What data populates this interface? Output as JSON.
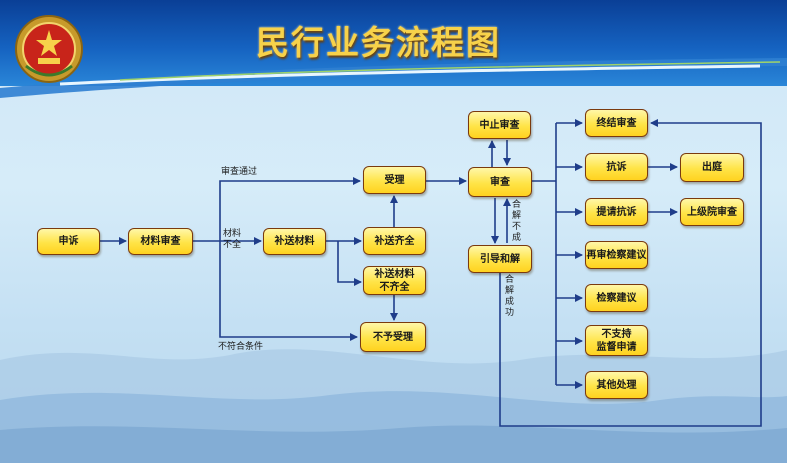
{
  "title": "民行业务流程图",
  "colors": {
    "header": "#1562c0",
    "node_fill": "#ffe447",
    "node_border": "#7a3a0e",
    "line": "#1f3d8a",
    "title": "#f7d24a"
  },
  "nodes": {
    "shensu": "申诉",
    "cailiao_shencha": "材料审查",
    "busong_cailiao": "补送材料",
    "buchong_qiquan": "补送齐全",
    "busong_buqiquan": "补送材料\n不齐全",
    "shouli": "受理",
    "buyu_shouli": "不予受理",
    "zhongzhi_shencha": "中止审查",
    "shencha": "审查",
    "yindao_hejie": "引导和解",
    "zhongjie_shencha": "终结审查",
    "kangsu": "抗诉",
    "chuting": "出庭",
    "tiqing_kangsu": "提请抗诉",
    "shangjiyuan_shencha": "上级院审查",
    "zaishen_jianyi": "再审检察建议",
    "jiancha_jianyi": "检察建议",
    "buzhichi": "不支持\n监督申请",
    "qita_chuli": "其他处理"
  },
  "labels": {
    "shencha_tongguo": "审查通过",
    "cailiao_buquan": "材料\n不全",
    "bufuhe": "不符合条件",
    "hejie_buchen": "合解不成",
    "hejie_chenggong": "合解成功"
  }
}
